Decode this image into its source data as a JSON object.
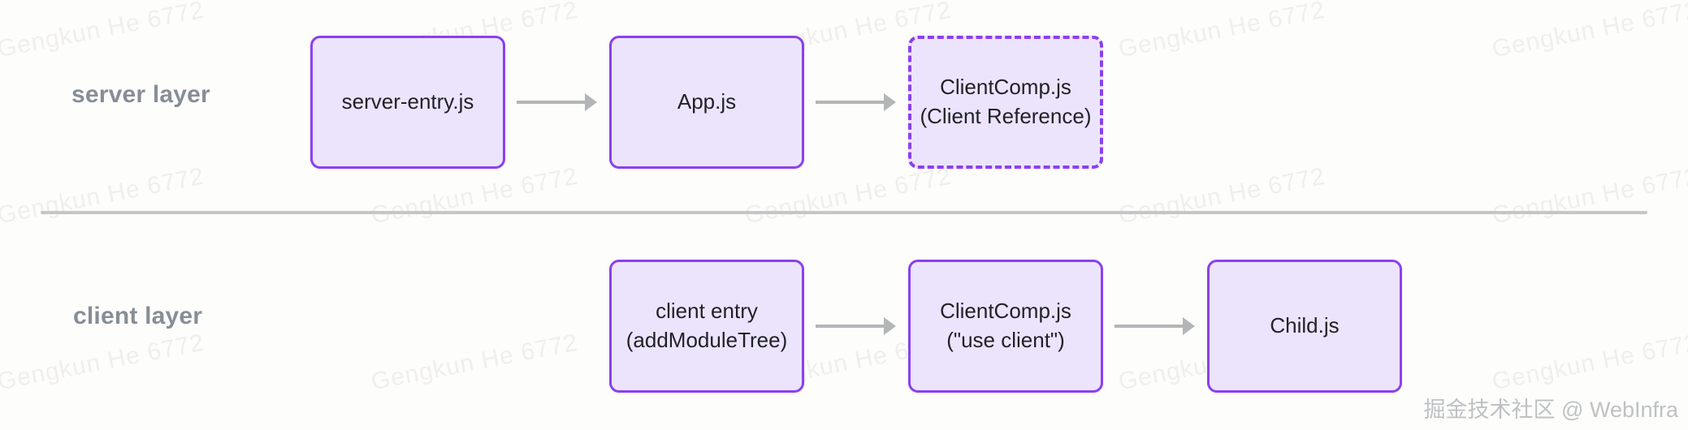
{
  "diagram": {
    "background_color": "#fdfdfb",
    "node_fill": "#ece4fc",
    "node_border": "#8b40ee",
    "arrow_color": "#b3b5b6",
    "divider_color": "#c3c6ca",
    "label_color": "#868e96"
  },
  "watermark": {
    "text": "Gengkun He 6772"
  },
  "layers": [
    {
      "label": "server layer",
      "nodes": [
        {
          "lines": [
            "server-entry.js"
          ],
          "style": "solid"
        },
        {
          "lines": [
            "App.js"
          ],
          "style": "solid"
        },
        {
          "lines": [
            "ClientComp.js",
            "(Client Reference)"
          ],
          "style": "dashed"
        }
      ]
    },
    {
      "label": "client layer",
      "nodes": [
        {
          "lines": [
            "client entry",
            "(addModuleTree)"
          ],
          "style": "solid"
        },
        {
          "lines": [
            "ClientComp.js",
            "(\"use client\")"
          ],
          "style": "solid"
        },
        {
          "lines": [
            "Child.js"
          ],
          "style": "solid"
        }
      ]
    }
  ],
  "credit": "掘金技术社区 @ WebInfra"
}
